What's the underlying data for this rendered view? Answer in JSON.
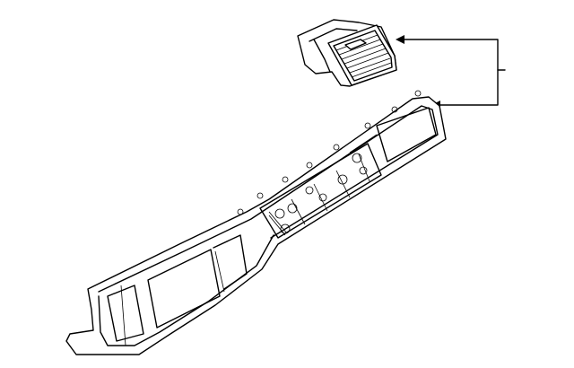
{
  "diagram": {
    "parts": [
      {
        "id": "air-vent",
        "icon": "vent-louver-icon"
      },
      {
        "id": "instrument-panel-trim",
        "icon": "dashboard-panel-icon"
      }
    ],
    "callout": {
      "type": "bracket-with-two-arrows"
    },
    "colors": {
      "stroke": "#000000",
      "background": "#ffffff"
    }
  }
}
